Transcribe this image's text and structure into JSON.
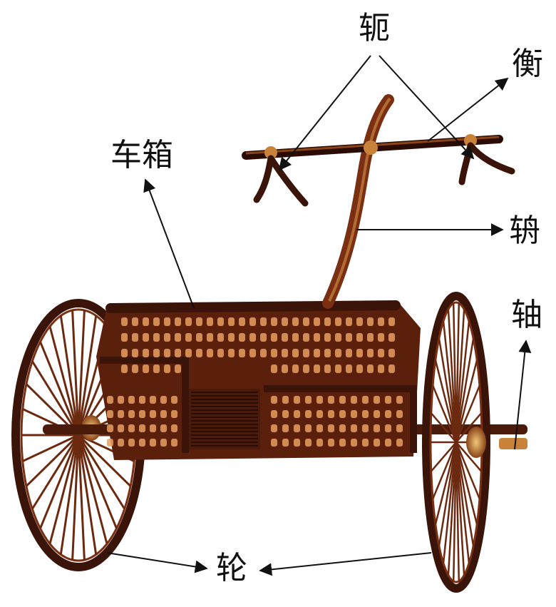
{
  "labels": {
    "e": "轭",
    "heng": "衡",
    "chexiang": "车箱",
    "zhou_shaft": "辀",
    "axle": "轴",
    "wheel": "轮"
  },
  "colors": {
    "bronze_dark": "#3a1408",
    "bronze_mid": "#7a2e12",
    "bronze_light": "#c9823a",
    "gold_highlight": "#e8b560",
    "arrow": "#111111",
    "background": "#ffffff"
  }
}
